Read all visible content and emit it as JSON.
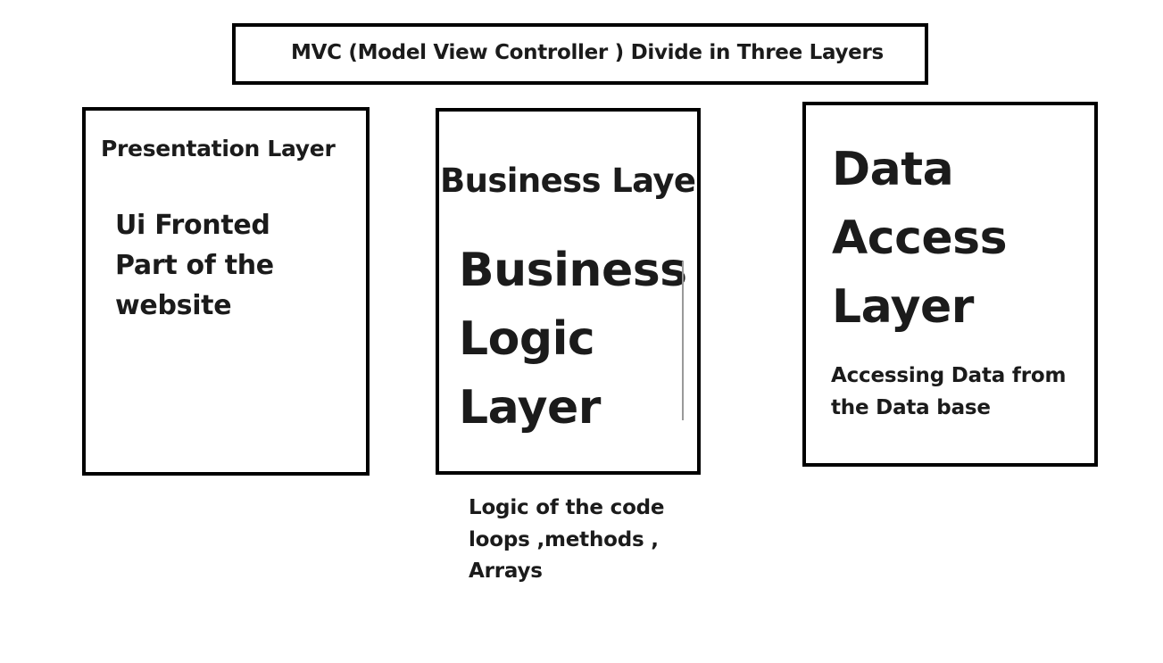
{
  "title": "MVC (Model View Controller ) Divide in Three Layers",
  "presentation": {
    "heading": "Presentation Layer",
    "description_lines": [
      "Ui Fronted",
      "Part of the",
      "website"
    ]
  },
  "business": {
    "heading": "Business Layer",
    "body_lines": [
      "Business",
      "Logic",
      "Layer"
    ],
    "caption_lines": [
      "Logic of the code",
      "loops ,methods ,",
      "Arrays"
    ]
  },
  "data_access": {
    "heading_lines": [
      "Data",
      "Access",
      "Layer"
    ],
    "description_lines": [
      "Accessing Data from",
      "the Data base"
    ]
  }
}
